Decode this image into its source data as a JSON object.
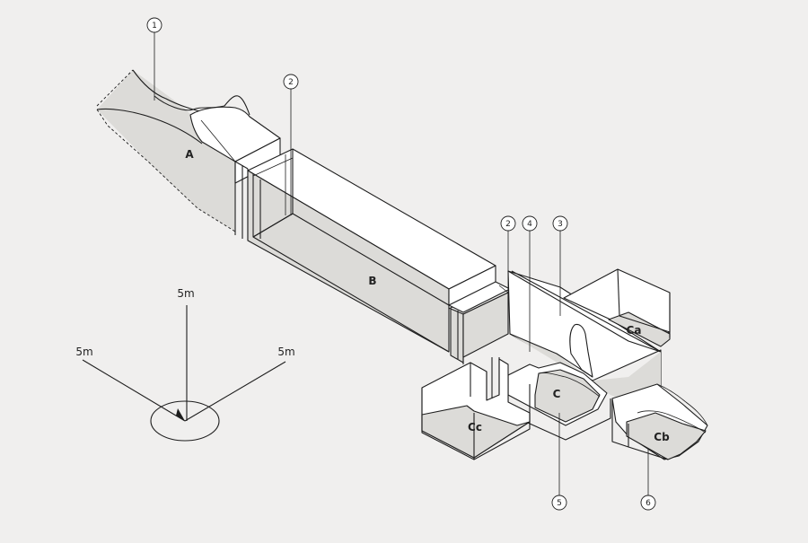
{
  "chambers": {
    "a": "A",
    "b": "B",
    "c": "C",
    "ca": "Ca",
    "cb": "Cb",
    "cc": "Cc"
  },
  "callouts": {
    "n1": "1",
    "n2a": "2",
    "n2b": "2",
    "n3": "3",
    "n4": "4",
    "n5": "5",
    "n6": "6"
  },
  "scale": {
    "vertical": "5m",
    "left": "5m",
    "right": "5m"
  }
}
